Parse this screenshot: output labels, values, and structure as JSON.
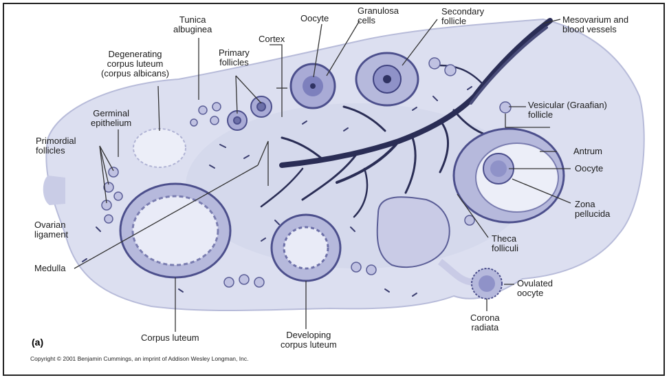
{
  "colors": {
    "tissue": "#dcdff0",
    "stroma": "#c9cce6",
    "vessel": "#2a2d55",
    "cell_outline": "#4c4f8c",
    "cell_fill": "#a9abd6",
    "leader": "#333333"
  },
  "labels": {
    "tunica_albuginea": [
      "Tunica",
      "albuginea"
    ],
    "degenerating": [
      "Degenerating",
      "corpus luteum",
      "(corpus albicans)"
    ],
    "germinal": [
      "Germinal",
      "epithelium"
    ],
    "primordial": [
      "Primordial",
      "follicles"
    ],
    "primary": [
      "Primary",
      "follicles"
    ],
    "cortex": "Cortex",
    "oocyte_top": "Oocyte",
    "granulosa": [
      "Granulosa",
      "cells"
    ],
    "secondary": [
      "Secondary",
      "follicle"
    ],
    "mesovarium": [
      "Mesovarium and",
      "blood vessels"
    ],
    "vesicular": [
      "Vesicular (Graafian)",
      "follicle"
    ],
    "antrum": "Antrum",
    "oocyte_right": "Oocyte",
    "zona": [
      "Zona",
      "pellucida"
    ],
    "theca": [
      "Theca",
      "folliculi"
    ],
    "ovarian_ligament": [
      "Ovarian",
      "ligament"
    ],
    "medulla": "Medulla",
    "corpus_luteum": "Corpus luteum",
    "developing": [
      "Developing",
      "corpus luteum"
    ],
    "ovulated": [
      "Ovulated",
      "oocyte"
    ],
    "corona": [
      "Corona",
      "radiata"
    ]
  },
  "panel_label": "(a)",
  "copyright": "Copyright © 2001 Benjamin Cummings, an imprint of Addison Wesley Longman, Inc."
}
